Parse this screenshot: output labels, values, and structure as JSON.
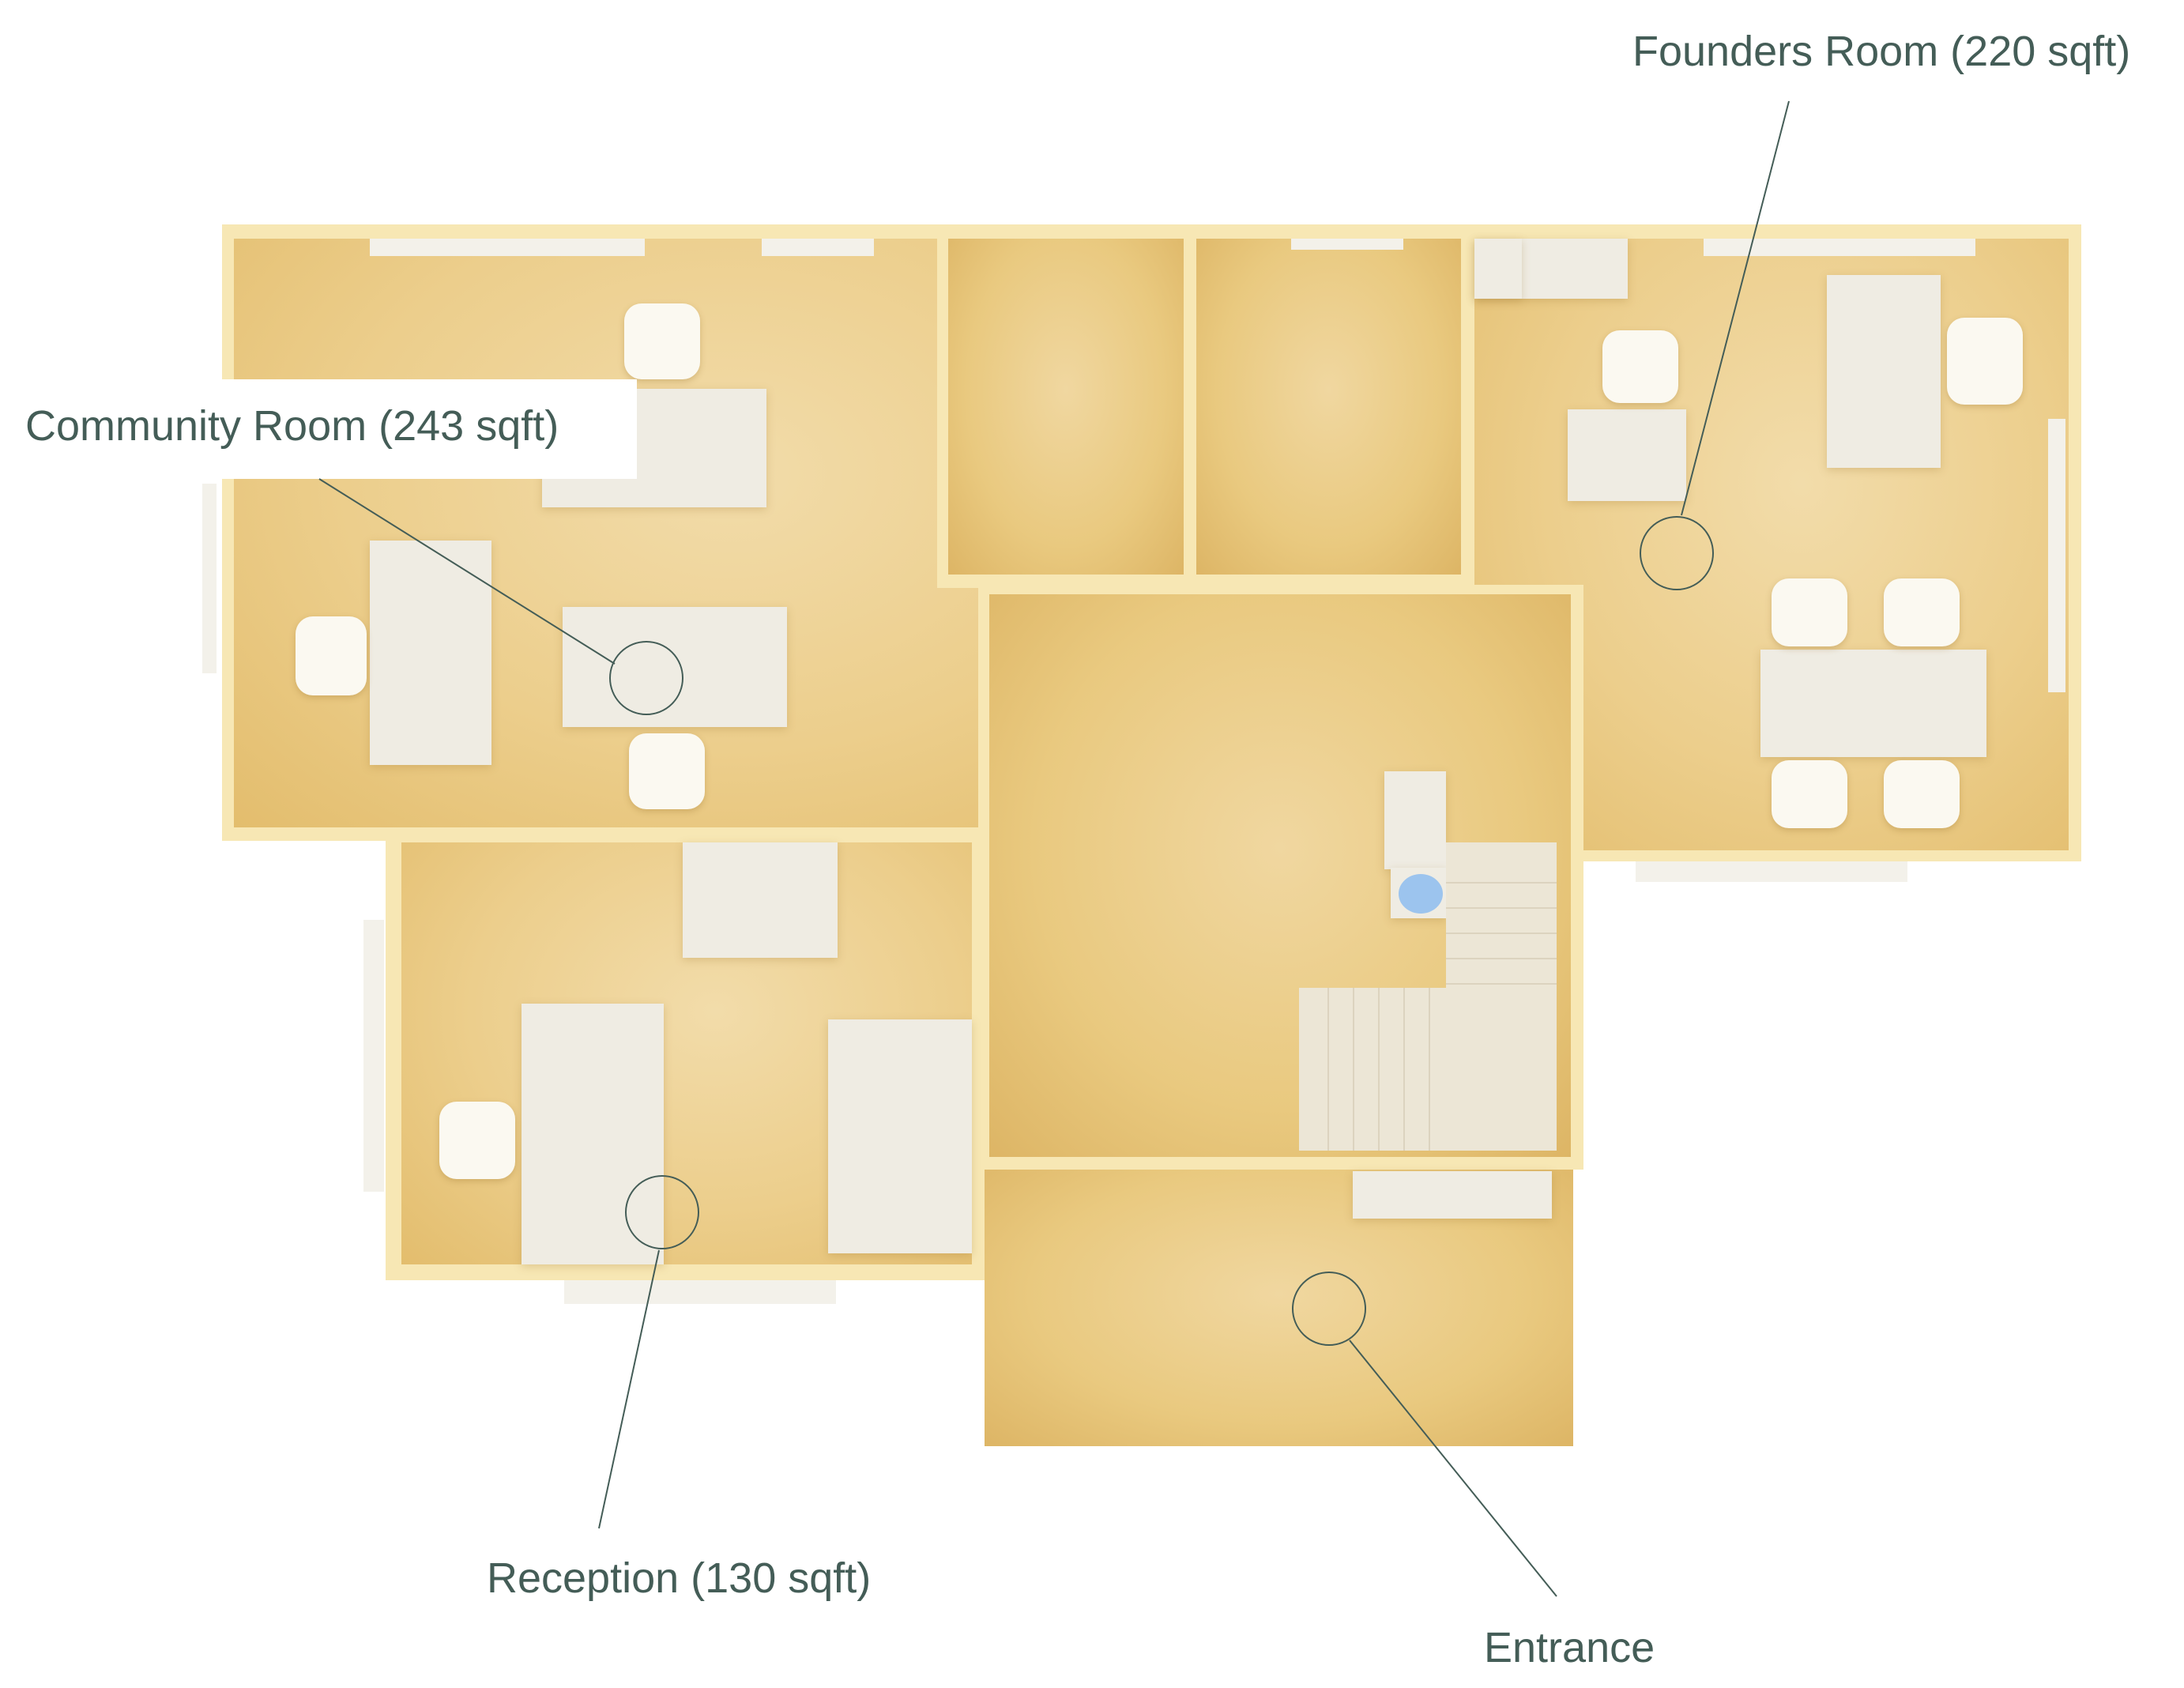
{
  "floor_plan": {
    "colors": {
      "wall": "#f7e7b4",
      "floor": "#ecce8c",
      "furniture": "#efece3",
      "label_text": "#445d57",
      "marker_blue": "#9cc4ee"
    },
    "rooms": [
      {
        "id": "community",
        "label": "Community Room (243 sqft)"
      },
      {
        "id": "founders",
        "label": "Founders Room (220 sqft)"
      },
      {
        "id": "reception",
        "label": "Reception (130 sqft)"
      },
      {
        "id": "entrance",
        "label": "Entrance"
      }
    ]
  }
}
